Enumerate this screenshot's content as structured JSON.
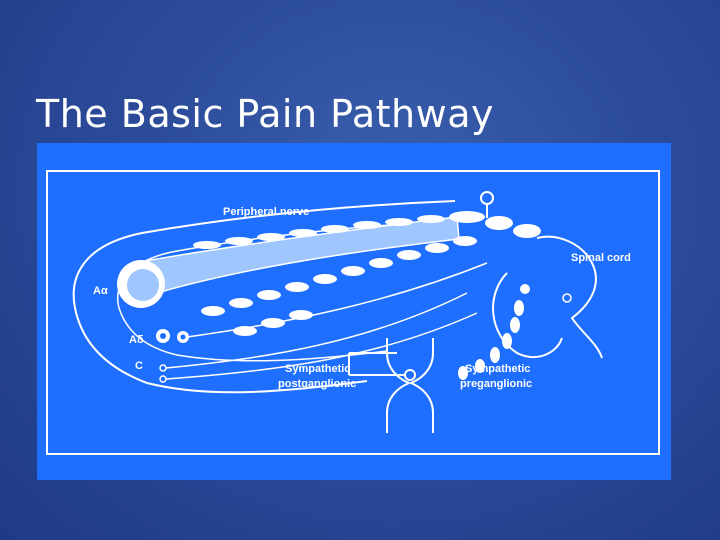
{
  "slide": {
    "title": "The Basic Pain Pathway"
  },
  "diagram": {
    "background_color": "#1e6fff",
    "line_color": "#ffffff",
    "labels": {
      "peripheral_nerve": "Peripheral nerve",
      "spinal_cord": "Spinal cord",
      "a_alpha": "Aα",
      "a_delta": "Aδ",
      "c_fiber": "C",
      "sympathetic_post_line1": "Sympathetic",
      "sympathetic_post_line2": "postganglionic",
      "sympathetic_pre_line1": "Sympathetic",
      "sympathetic_pre_line2": "preganglionic"
    }
  }
}
